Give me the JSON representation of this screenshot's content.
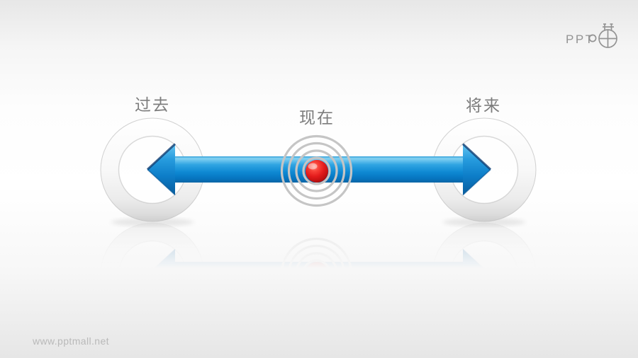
{
  "slide": {
    "type": "ppt-template-preview",
    "background": {
      "top": "#e7e7e7",
      "middle": "#ffffff",
      "bottom": "#e6e6e6"
    }
  },
  "logo": {
    "text": "PPT",
    "mark": "cat-head-circle-logo",
    "color": "#949494"
  },
  "watermark": {
    "text": "www.pptmall.net",
    "color": "#b9b9b9"
  },
  "diagram": {
    "kind": "timeline-double-arrow",
    "connector": {
      "shape": "double-headed-arrow",
      "highlight_color": "#85d2f2",
      "main_color": "#0e89d3",
      "dark_color": "#0a5f9e"
    },
    "nodes": [
      {
        "id": "past",
        "label": "过去",
        "shape": "ring",
        "ring_color": "#f0f0f0"
      },
      {
        "id": "present",
        "label": "现在",
        "shape": "pulse-dot",
        "dot_color": "#e31b1b",
        "ripple_color": "#c5c5c5"
      },
      {
        "id": "future",
        "label": "将来",
        "shape": "ring",
        "ring_color": "#f0f0f0"
      }
    ],
    "label_color": "#7d7d7d"
  }
}
